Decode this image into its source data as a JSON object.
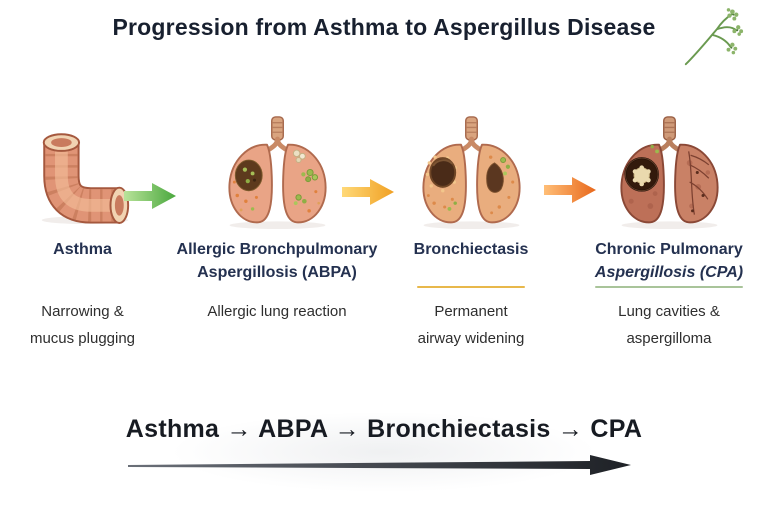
{
  "title": "Progression from Asthma to Aspergillus Disease",
  "stages": [
    {
      "title1": "Asthma",
      "title2": "",
      "desc1": "Narrowing &",
      "desc2": "mucus plugging",
      "illustration": "constricted-airway-icon"
    },
    {
      "title1": "Allergic Bronchpulmonary",
      "title2": "Aspergillosis (ABPA)",
      "desc1": "Allergic lung reaction",
      "desc2": "",
      "illustration": "lungs-allergic-inflammation-icon"
    },
    {
      "title1": "Bronchiectasis",
      "title2": "",
      "desc1": "Permanent",
      "desc2": "airway widening",
      "illustration": "lungs-widened-airways-icon"
    },
    {
      "title1": "Chronic Pulmonary",
      "title2": "Aspergillosis (CPA)",
      "desc1": "Lung cavities &",
      "desc2": "aspergilloma",
      "illustration": "lungs-cavity-aspergilloma-icon"
    }
  ],
  "summary": {
    "text": "Asthma → ABPA → Bronchiectasis → CPA"
  },
  "icons": {
    "decoration": "aspergillus-sprig-icon",
    "flow_arrows": [
      "green-arrow-icon",
      "amber-arrow-icon",
      "orange-arrow-icon"
    ],
    "summary_arrow": "dark-progression-arrow-icon"
  },
  "colors": {
    "background": "#ffffff",
    "title_text": "#18202f",
    "stage_title_text": "#243150",
    "body_text": "#2e2e2e",
    "arrow_green": "#5cb34e",
    "arrow_amber": "#f3b33c",
    "arrow_orange": "#ee8430",
    "underline_amber": "#e8b84b",
    "underline_green": "#a9c49a",
    "lung_salmon": "#e9a486",
    "lesion_brown": "#5d3a1d",
    "fungus_green": "#9cba4e",
    "aspergilloma_cream": "#ead9ae",
    "summary_arrow": "#2e333b"
  }
}
